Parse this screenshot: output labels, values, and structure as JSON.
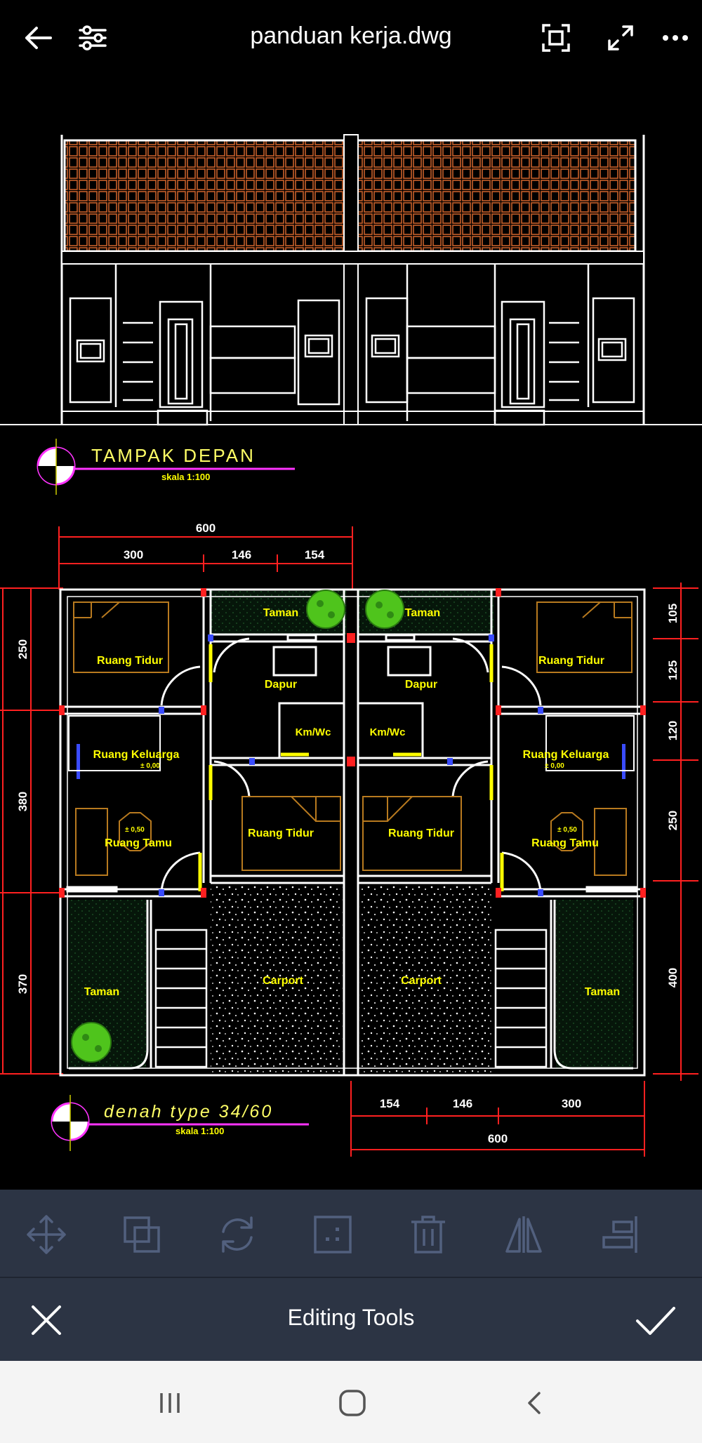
{
  "app": {
    "title": "panduan kerja.dwg"
  },
  "topbar": {
    "back_icon": "arrow-left-icon",
    "settings_icon": "sliders-icon",
    "fit_icon": "fit-screen-icon",
    "fullscreen_icon": "expand-icon",
    "more_icon": "more-dots-icon"
  },
  "drawing": {
    "elevation_title": "TAMPAK DEPAN",
    "elevation_scale": "skala 1:100",
    "plan_title": "denah type 34/60",
    "plan_scale": "skala 1:100",
    "dims_top": {
      "total": "600",
      "a": "300",
      "b": "146",
      "c": "154"
    },
    "dims_bottom": {
      "total": "600",
      "a": "154",
      "b": "146",
      "c": "300"
    },
    "dims_left": [
      "250",
      "380",
      "370"
    ],
    "dims_right": [
      "105",
      "125",
      "120",
      "250",
      "400"
    ],
    "rooms": {
      "taman": "Taman",
      "ruang_tidur": "Ruang Tidur",
      "dapur": "Dapur",
      "kmwc": "Km/Wc",
      "ruang_keluarga": "Ruang Keluarga",
      "level_0": "± 0,00",
      "level_50": "± 0,50",
      "ruang_tamu": "Ruang Tamu",
      "carport": "Carport"
    },
    "colors": {
      "line": "#ffffff",
      "dim": "#ff2020",
      "label": "#ffff00",
      "title": "#ffff66",
      "magenta": "#ff33ff",
      "roof": "#c8602a",
      "bush": "#4fc41c",
      "furniture": "#b87a1f"
    }
  },
  "toolbar": {
    "icons": [
      "move-icon",
      "copy-icon",
      "rotate-icon",
      "scale-icon",
      "delete-icon",
      "mirror-icon",
      "align-icon"
    ]
  },
  "editbar": {
    "title": "Editing Tools",
    "close_icon": "close-icon",
    "confirm_icon": "check-icon"
  },
  "navbar": {
    "recent_icon": "recent-apps-icon",
    "home_icon": "home-icon",
    "back_icon": "nav-back-icon"
  }
}
